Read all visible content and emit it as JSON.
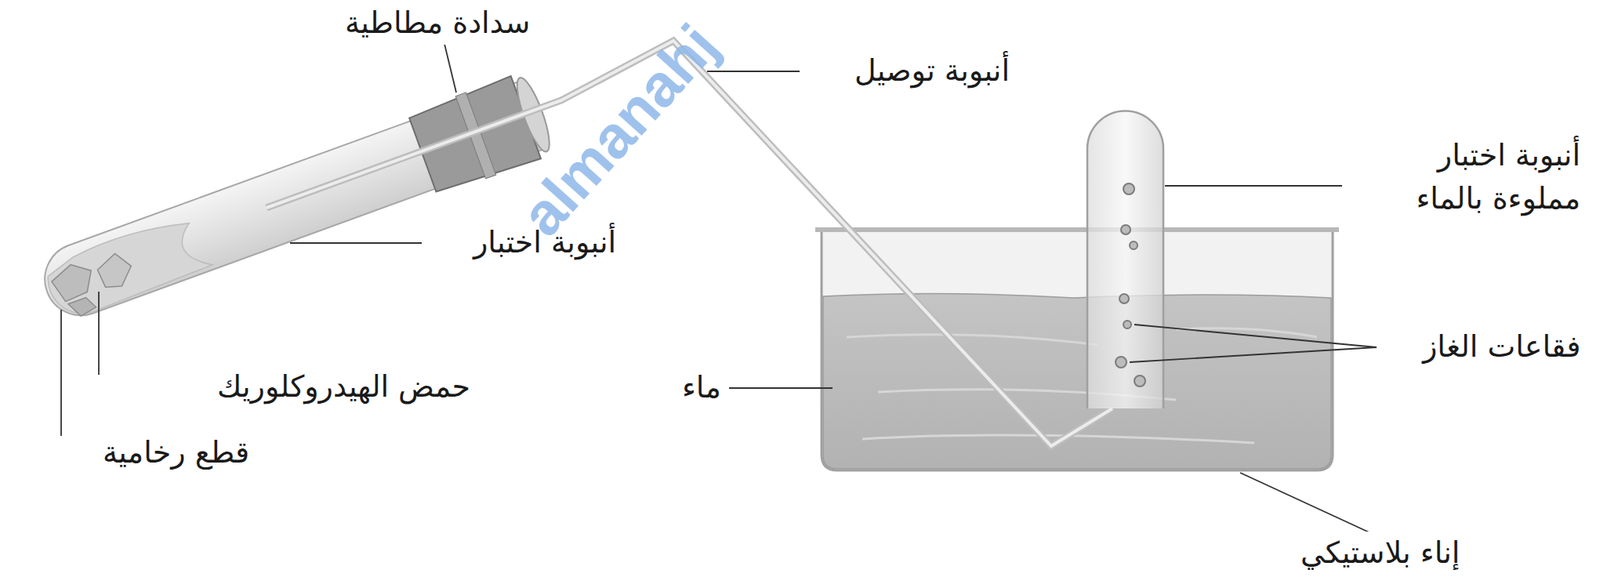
{
  "diagram": {
    "labels": [
      "سدادة مطاطية",
      "أنبوبة توصيل",
      "أنبوبة اختبار مملوءة بالماء",
      "أنبوبة اختبار",
      "فقاعات الغاز",
      "حمض الهيدروكلوريك",
      "ماء",
      "قطع رخامية",
      "إناء بلاستيكي",
      "almanahj"
    ]
  }
}
